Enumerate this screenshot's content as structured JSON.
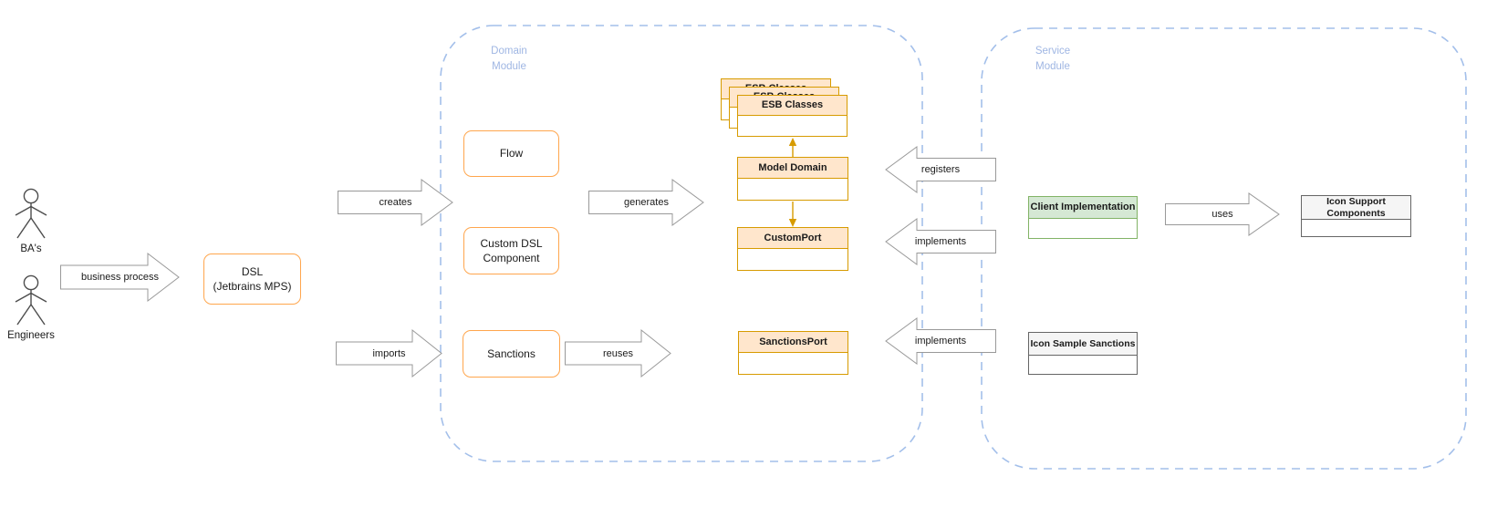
{
  "containers": {
    "domain_module": {
      "label": "Domain\nModule"
    },
    "service_module": {
      "label": "Service\nModule"
    }
  },
  "actors": {
    "ba": {
      "label": "BA's"
    },
    "engineers": {
      "label": "Engineers"
    }
  },
  "process_arrows": {
    "business_process": {
      "label": "business process"
    },
    "creates": {
      "label": "creates"
    },
    "generates": {
      "label": "generates"
    },
    "imports": {
      "label": "imports"
    },
    "reuses": {
      "label": "reuses"
    },
    "registers": {
      "label": "registers"
    },
    "implements_custom": {
      "label": "implements"
    },
    "implements_sanctions": {
      "label": "implements"
    },
    "uses": {
      "label": "uses"
    }
  },
  "nodes": {
    "dsl": {
      "label": "DSL\n(Jetbrains MPS)"
    },
    "flow": {
      "label": "Flow"
    },
    "custom_dsl_component": {
      "label": "Custom DSL\nComponent"
    },
    "sanctions": {
      "label": "Sanctions"
    },
    "esb_classes": {
      "label": "ESB Classes"
    },
    "model_domain": {
      "label": "Model Domain"
    },
    "custom_port": {
      "label": "CustomPort"
    },
    "sanctions_port": {
      "label": "SanctionsPort"
    },
    "client_implementation": {
      "label": "Client Implementation"
    },
    "icon_support_components": {
      "label": "Icon Support\nComponents"
    },
    "icon_sample_sanctions": {
      "label": "Icon Sample Sanctions"
    }
  },
  "colors": {
    "orange-node-border": "#FFA64D",
    "uml-orange-border": "#D79B00",
    "uml-orange-fill": "#FFE6CC",
    "uml-green-border": "#82B366",
    "uml-green-fill": "#D5E8D4",
    "uml-gray-border": "#666666",
    "uml-gray-fill": "#F5F5F5",
    "arrow-stroke": "#999999",
    "module-stroke": "#A3BFEA",
    "module-text": "#9FB6E3",
    "connector-orange": "#D79B00",
    "actor-stroke": "#4D4D4D"
  }
}
